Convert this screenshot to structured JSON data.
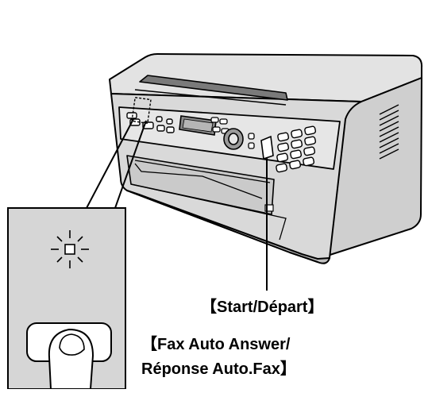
{
  "labels": {
    "start_button": "【Start/Départ】",
    "fax_auto_answer_line1": "【Fax Auto Answer/",
    "fax_auto_answer_line2": "Réponse Auto.Fax】"
  },
  "indicator": {
    "state": "blinking"
  },
  "colors": {
    "body": "#d8d8d8",
    "body_dark": "#bdbdbd",
    "panel": "#9a9a9a",
    "outline": "#000000",
    "inset_bg": "#d6d6d6",
    "start_button": "#ffffff"
  }
}
